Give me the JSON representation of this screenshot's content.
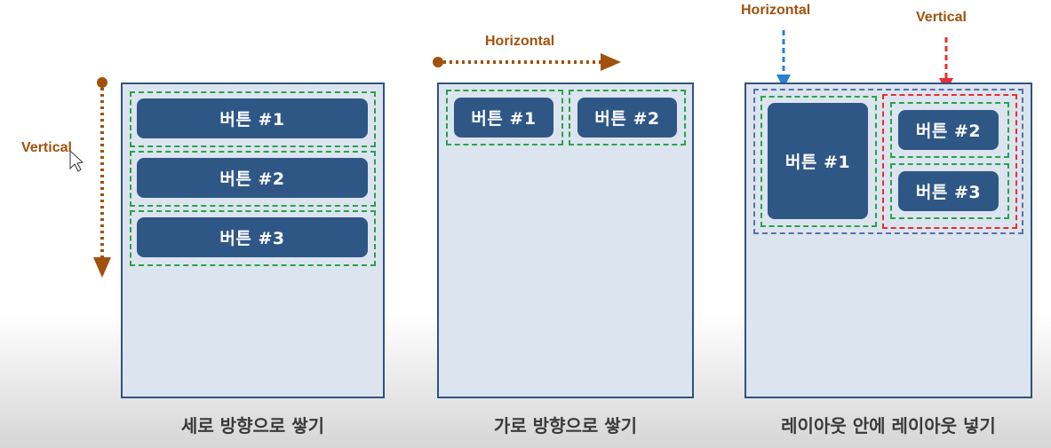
{
  "panel1": {
    "caption": "세로 방향으로 쌓기",
    "direction_label": "Vertical",
    "buttons": [
      "버튼 #1",
      "버튼 #2",
      "버튼 #3"
    ]
  },
  "panel2": {
    "caption": "가로 방향으로 쌓기",
    "direction_label": "Horizontal",
    "buttons": [
      "버튼 #1",
      "버튼 #2"
    ]
  },
  "panel3": {
    "caption": "레이아웃 안에 레이아웃 넣기",
    "outer_label": "Horizontal",
    "inner_label": "Vertical",
    "buttons": [
      "버튼 #1",
      "버튼 #2",
      "버튼 #3"
    ]
  },
  "colors": {
    "arrow_brown": "#a0520d",
    "arrow_blue": "#2a7fd0",
    "arrow_red": "#e53030",
    "button": "#2f5786",
    "panel_fill": "#dbe4ef",
    "panel_border": "#2f5380"
  }
}
